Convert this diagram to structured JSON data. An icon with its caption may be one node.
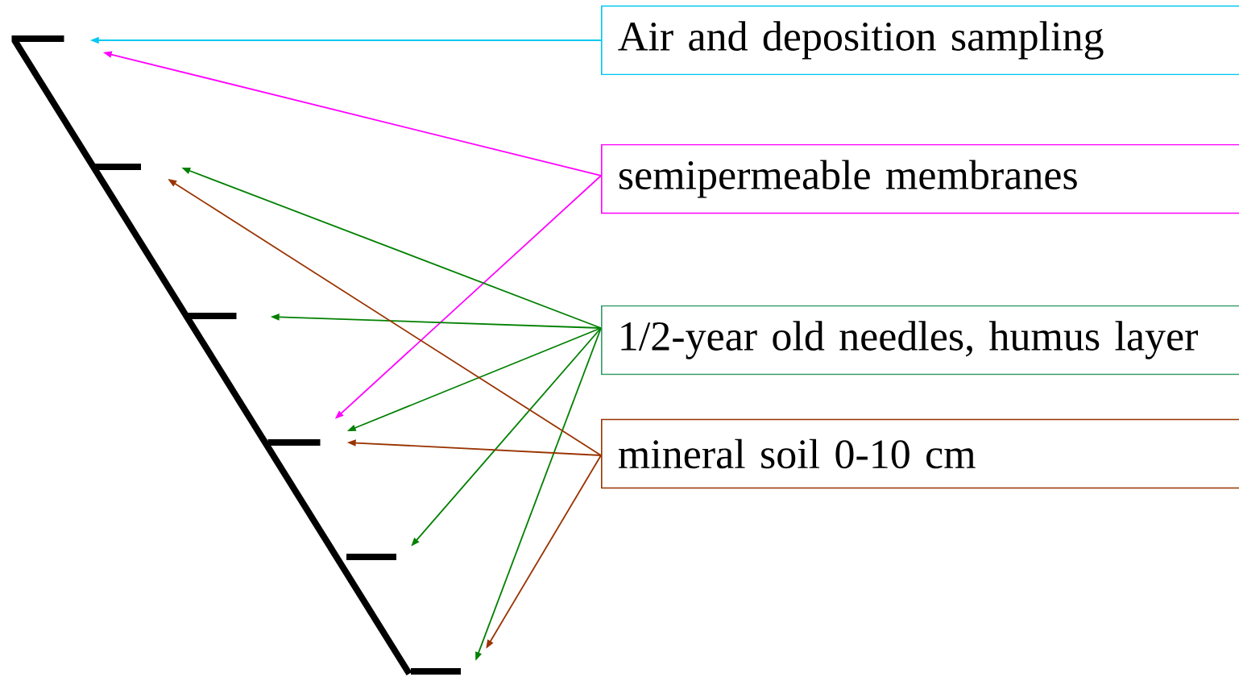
{
  "diagram": {
    "nodes": [
      {
        "text": [
          "Air and deposition sampling"
        ]
      },
      {
        "text": [
          "semipermeable membranes"
        ]
      },
      {
        "text": [
          "1/2-year old needles, humus layer"
        ]
      },
      {
        "text": [
          "mineral soil 0-10 cm"
        ]
      },
      {
        "text": [],
        "shape": "bar"
      },
      {
        "text": [],
        "shape": "bar"
      },
      {
        "text": [],
        "shape": "bar"
      },
      {
        "text": [],
        "shape": "bar"
      },
      {
        "text": [],
        "shape": "bar"
      },
      {
        "text": [],
        "shape": "bar"
      }
    ],
    "edges": [
      {
        "from": 0,
        "to": 4,
        "arrow": "to",
        "color": "#00c8f0"
      },
      {
        "from": 1,
        "to": 4,
        "arrow": "to",
        "color": "#ff00ff"
      },
      {
        "from": 1,
        "to": 7,
        "arrow": "to",
        "color": "#ff00ff"
      },
      {
        "from": 2,
        "to": 5,
        "arrow": "to",
        "color": "#008000"
      },
      {
        "from": 2,
        "to": 6,
        "arrow": "to",
        "color": "#008000"
      },
      {
        "from": 2,
        "to": 7,
        "arrow": "to",
        "color": "#008000"
      },
      {
        "from": 2,
        "to": 8,
        "arrow": "to",
        "color": "#008000"
      },
      {
        "from": 2,
        "to": 9,
        "arrow": "to",
        "color": "#008000"
      },
      {
        "from": 3,
        "to": 5,
        "arrow": "to",
        "color": "#993300"
      },
      {
        "from": 3,
        "to": 7,
        "arrow": "to",
        "color": "#993300"
      },
      {
        "from": 3,
        "to": 9,
        "arrow": "to",
        "color": "#993300"
      }
    ]
  }
}
